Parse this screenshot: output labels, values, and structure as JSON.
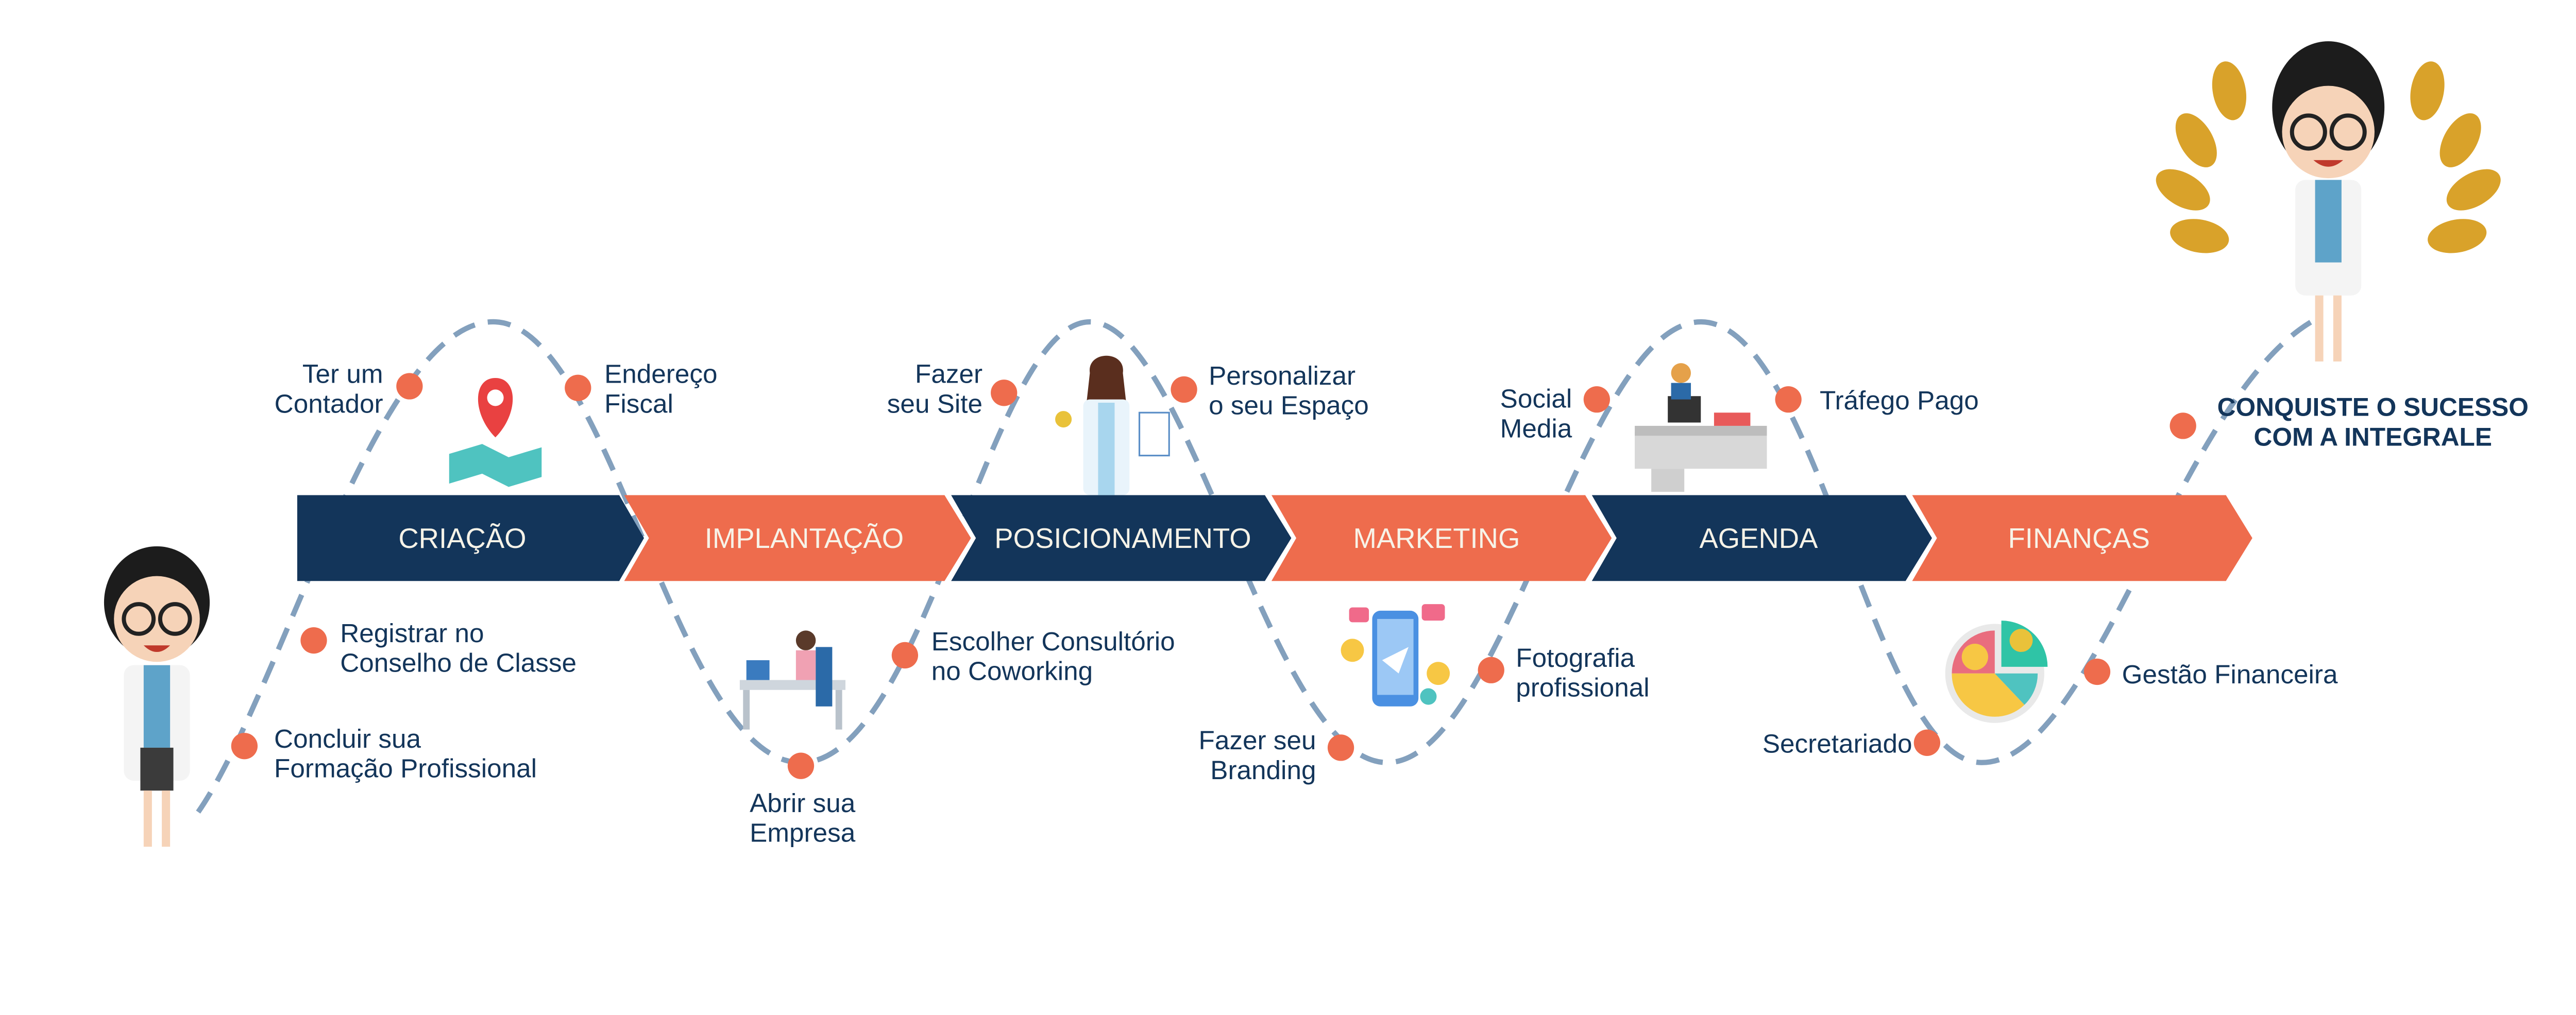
{
  "colors": {
    "navy": "#13355a",
    "orange": "#ee6c4d",
    "path": "#83a0bd",
    "text_light": "#f7f3e8"
  },
  "stages": [
    "CRIAÇÃO",
    "IMPLANTAÇÃO",
    "POSICIONAMENTO",
    "MARKETING",
    "AGENDA",
    "FINANÇAS"
  ],
  "steps": [
    {
      "lines": [
        "Concluir sua",
        "Formação Profissional"
      ]
    },
    {
      "lines": [
        "Registrar no",
        "Conselho de Classe"
      ]
    },
    {
      "lines": [
        "Ter um",
        "Contador"
      ]
    },
    {
      "lines": [
        "Endereço",
        "Fiscal"
      ]
    },
    {
      "lines": [
        "Abrir sua",
        "Empresa"
      ]
    },
    {
      "lines": [
        "Escolher Consultório",
        "no Coworking"
      ]
    },
    {
      "lines": [
        "Fazer",
        "seu Site"
      ]
    },
    {
      "lines": [
        "Personalizar",
        "o seu Espaço"
      ]
    },
    {
      "lines": [
        "Fazer seu",
        "Branding"
      ]
    },
    {
      "lines": [
        "Fotografia",
        "profissional"
      ]
    },
    {
      "lines": [
        "Social",
        "Media"
      ]
    },
    {
      "lines": [
        "Tráfego Pago"
      ]
    },
    {
      "lines": [
        "Secretariado"
      ]
    },
    {
      "lines": [
        "Gestão Financeira"
      ]
    }
  ],
  "final": {
    "lines": [
      "CONQUISTE O SUCESSO",
      "COM A INTEGRALE"
    ]
  }
}
